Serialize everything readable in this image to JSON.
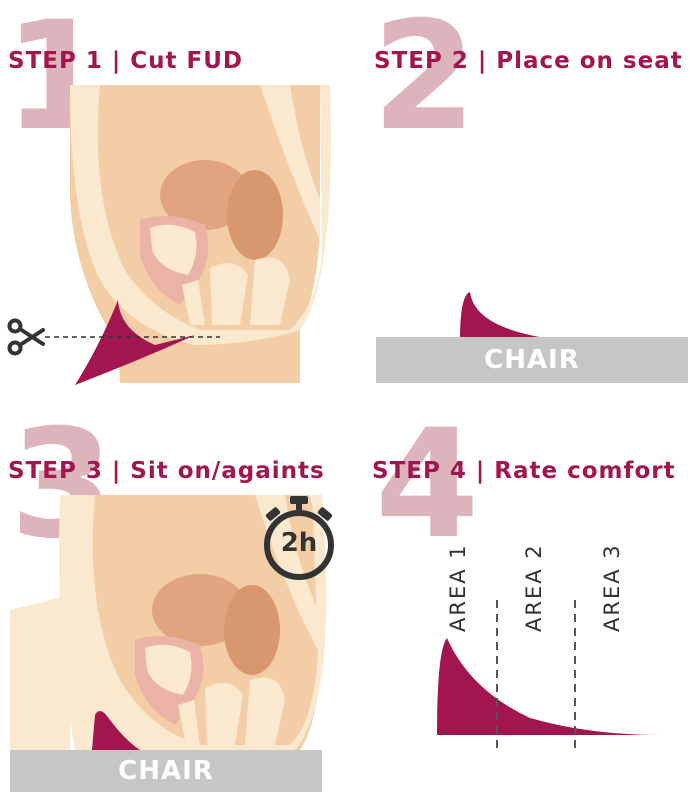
{
  "colors": {
    "accent": "#a3154f",
    "number": "#deb4bc",
    "skin": "#f2cda5",
    "skin_light": "#fbe9cf",
    "organ": "#e0a580",
    "uterus": "#eab3a6",
    "chair": "#c6c6c6",
    "dark": "#333333"
  },
  "steps": [
    {
      "number": "1",
      "title": "STEP 1 | Cut FUD"
    },
    {
      "number": "2",
      "title": "STEP 2 | Place on seat"
    },
    {
      "number": "3",
      "title": "STEP 3 | Sit on/againts"
    },
    {
      "number": "4",
      "title": "STEP 4 | Rate comfort"
    }
  ],
  "chair_label": "CHAIR",
  "timer_label": "2h",
  "areas": [
    "AREA 1",
    "AREA 2",
    "AREA 3"
  ],
  "icons": [
    "scissors-icon",
    "stopwatch-icon"
  ]
}
